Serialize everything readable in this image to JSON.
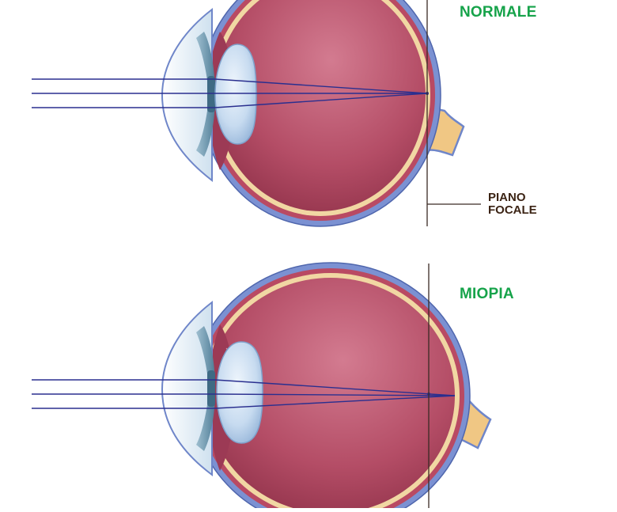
{
  "labels": {
    "normal": "NORMALE",
    "myopia": "MIOPIA",
    "focal_plane_line1": "PIANO",
    "focal_plane_line2": "FOCALE"
  },
  "colors": {
    "label_green": "#16a34a",
    "label_brown": "#3b2314",
    "sclera_blue": "#6f86c9",
    "retina_cream": "#f2d9a6",
    "vitreous_red": "#b04a63",
    "lens_blue": "#c9ddf2",
    "iris_teal": "#7f9fb3",
    "light_rays": "#2a2f8f",
    "focal_line": "#3a2a24",
    "optic_nerve": "#f0c784"
  }
}
